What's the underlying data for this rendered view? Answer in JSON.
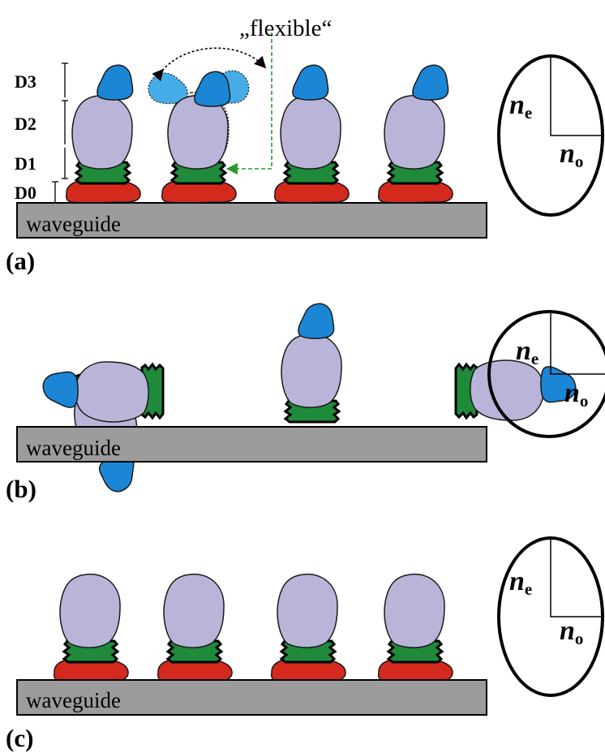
{
  "panels": [
    {
      "label": "(a)",
      "waveguide": "waveguide",
      "ne": "n",
      "ne_sub": "e",
      "no": "n",
      "no_sub": "o"
    },
    {
      "label": "(b)",
      "waveguide": "waveguide",
      "ne": "n",
      "ne_sub": "e",
      "no": "n",
      "no_sub": "o"
    },
    {
      "label": "(c)",
      "waveguide": "waveguide",
      "ne": "n",
      "ne_sub": "e",
      "no": "n",
      "no_sub": "o"
    }
  ],
  "domain_labels": [
    "D3",
    "D2",
    "D1",
    "D0"
  ],
  "flexible_label": "„flexible“",
  "colors": {
    "red_domain": "#d42a1e",
    "green_linker": "#1f8a3a",
    "lavender_domain": "#b9b5d9",
    "blue_domain": "#1b86d6",
    "waveguide": "#9c9c9c",
    "flex_arrow": "#2a9a2a"
  }
}
